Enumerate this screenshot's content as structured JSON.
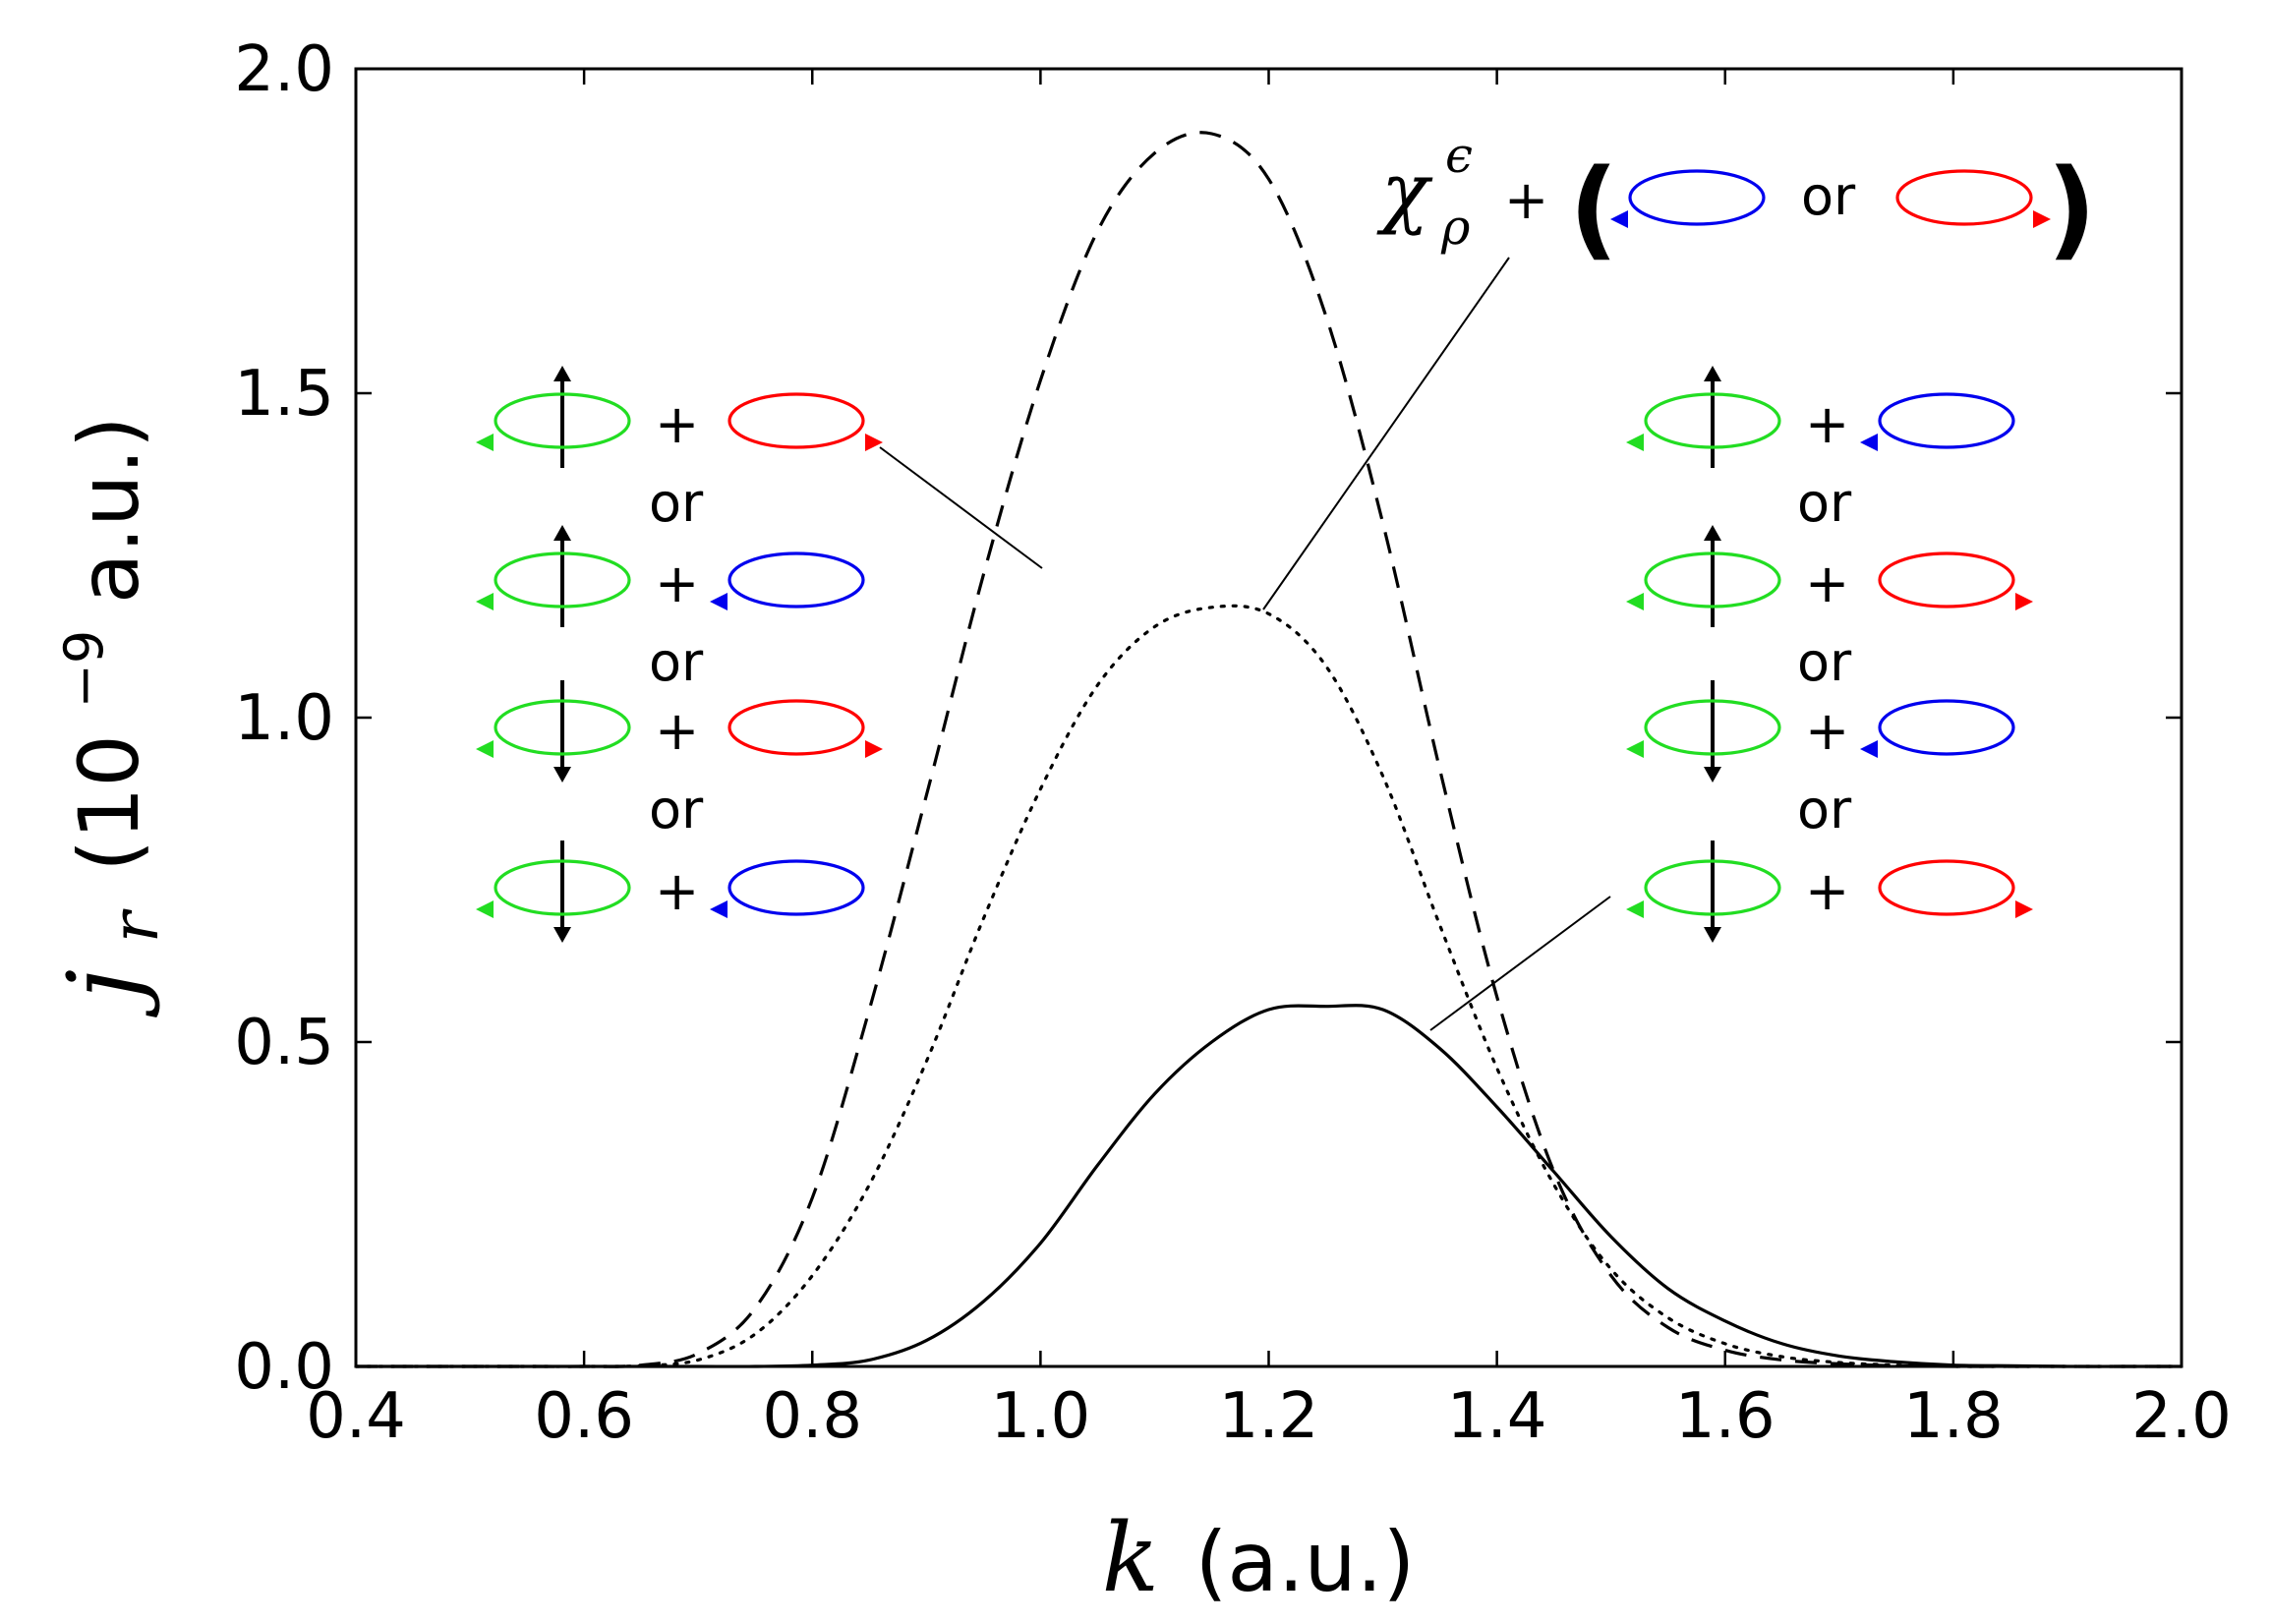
{
  "chart_data": {
    "type": "line",
    "x": [
      0.4,
      0.45,
      0.5,
      0.55,
      0.6,
      0.65,
      0.7,
      0.75,
      0.8,
      0.85,
      0.9,
      0.95,
      1.0,
      1.05,
      1.1,
      1.15,
      1.2,
      1.25,
      1.3,
      1.35,
      1.4,
      1.45,
      1.5,
      1.55,
      1.6,
      1.65,
      1.7,
      1.75,
      1.8,
      1.85,
      1.9,
      1.95,
      2.0
    ],
    "series": [
      {
        "style": "dashed",
        "values": [
          0.0,
          0.0,
          0.0,
          0.0,
          0.0,
          0.002,
          0.02,
          0.09,
          0.26,
          0.55,
          0.88,
          1.22,
          1.52,
          1.75,
          1.87,
          1.9,
          1.83,
          1.62,
          1.3,
          0.92,
          0.57,
          0.3,
          0.14,
          0.06,
          0.025,
          0.01,
          0.004,
          0.001,
          0.0,
          0.0,
          0.0,
          0.0,
          0.0
        ]
      },
      {
        "style": "dotted",
        "values": [
          0.0,
          0.0,
          0.0,
          0.0,
          0.0,
          0.001,
          0.01,
          0.05,
          0.14,
          0.28,
          0.47,
          0.69,
          0.89,
          1.05,
          1.14,
          1.17,
          1.16,
          1.08,
          0.91,
          0.68,
          0.46,
          0.28,
          0.15,
          0.075,
          0.035,
          0.015,
          0.006,
          0.002,
          0.0,
          0.0,
          0.0,
          0.0,
          0.0
        ]
      },
      {
        "style": "solid",
        "values": [
          0.0,
          0.0,
          0.0,
          0.0,
          0.0,
          0.0,
          0.0,
          0.0,
          0.002,
          0.01,
          0.04,
          0.1,
          0.19,
          0.31,
          0.42,
          0.5,
          0.55,
          0.555,
          0.55,
          0.49,
          0.4,
          0.3,
          0.2,
          0.12,
          0.07,
          0.035,
          0.016,
          0.007,
          0.002,
          0.001,
          0.0,
          0.0,
          0.0
        ]
      }
    ],
    "xlim": [
      0.4,
      2.0
    ],
    "ylim": [
      0.0,
      2.0
    ],
    "xticks": [
      "0.4",
      "0.6",
      "0.8",
      "1.0",
      "1.2",
      "1.4",
      "1.6",
      "1.8",
      "2.0"
    ],
    "yticks": [
      "0.0",
      "0.5",
      "1.0",
      "1.5",
      "2.0"
    ],
    "xlabel": {
      "symbol": "k",
      "unit": "(a.u.)"
    },
    "ylabel": {
      "symbol": "j",
      "subscript": "r",
      "prefix": "(10",
      "exponent": "−9",
      "unit": " a.u.)"
    },
    "grid": false,
    "annotations": {
      "chi_symbol": "χ",
      "chi_sub": "ρ",
      "chi_sup": "ϵ",
      "plus": "+",
      "or": "or",
      "paren_open": "(",
      "paren_close": ")"
    },
    "colors": {
      "green": "#22dd22",
      "red": "#ff0000",
      "blue": "#0000ee",
      "black": "#000000"
    }
  }
}
